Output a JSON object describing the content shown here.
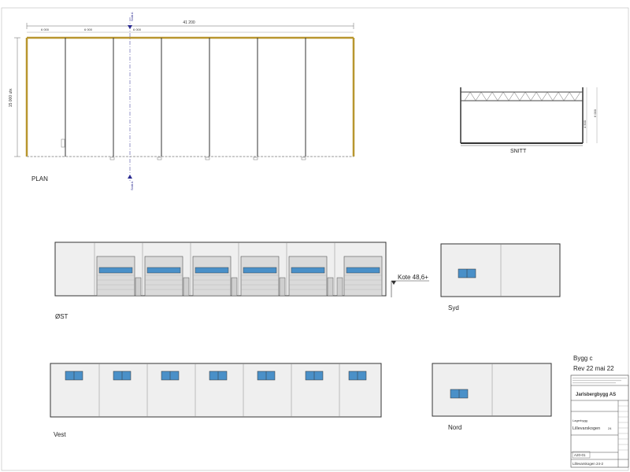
{
  "plan": {
    "label": "PLAN",
    "overall_width": "41 200",
    "height_dim": "15 000 utv.",
    "bay_dims": [
      "6 000",
      "6 000",
      "6 000"
    ],
    "section_marker_top": "Snitt A",
    "section_marker_bottom": "Snitt A"
  },
  "snitt": {
    "label": "SNITT",
    "dim_inner": "4 500",
    "dim_outer": "6 000"
  },
  "elevations": {
    "east_label": "ØST",
    "south_label": "Syd",
    "west_label": "Vest",
    "north_label": "Nord",
    "kote": "Kote 48,6+"
  },
  "titleblock": {
    "bygg": "Bygg c",
    "rev": "Rev 22 mai 22",
    "company": "Jarlsbergbygg AS",
    "project_type": "Lagerbygg",
    "project_name": "Lillevarskogen",
    "project_no": "24",
    "drawing_no": "A20-01",
    "footer": "Lillevarskogen 24-2"
  },
  "colors": {
    "wall_plan": "#b8962e",
    "line": "#333333",
    "facade": "#efefef",
    "door": "#dadada",
    "window": "#4a90c8",
    "marker": "#2a2a90"
  }
}
